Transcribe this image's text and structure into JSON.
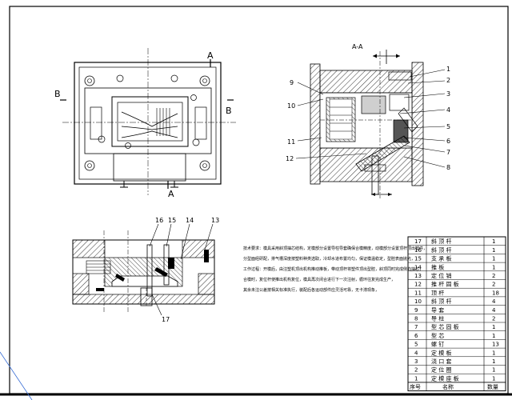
{
  "colors": {
    "line": "#000000",
    "hatch": "#000000",
    "paper": "#ffffff",
    "grey_fill": "#cfcfcf",
    "dark_fill": "#555555",
    "stray_line": "#3b6fd6"
  },
  "front_view": {
    "section_mark_top": "A",
    "section_mark_bottom": "A",
    "side_mark_left": "B",
    "side_mark_right": "B"
  },
  "section_view": {
    "title": "A-A",
    "callouts": [
      "1",
      "2",
      "3",
      "4",
      "5",
      "6",
      "7",
      "8",
      "9",
      "10",
      "11",
      "12"
    ]
  },
  "bottom_view": {
    "callouts": [
      "16",
      "15",
      "14",
      "13",
      "17"
    ]
  },
  "notes": {
    "lines": [
      "技术要求：模具采用斜顶抽芯结构，定模部分设置导柱导套确保合模精度，动模部分设置顶杆顶出塑件，",
      "分型面经研配，排气槽深度按塑料种类选取，冷却水道布置均匀，保证模温稳定，型腔表面抛光，",
      "工作过程：开模后，由注塑机顶出机构推动推板，带动顶杆将塑件顶出型腔，斜顶同时完成侧向抽芯，",
      "合模时，复位杆使推出机构复位，模具再次闭合进行下一次注射，循环往复完成生产，",
      "其余未注公差按相关标准执行，装配后各运动部件应灵活可靠，无卡滞现象，"
    ]
  },
  "bom": {
    "footer": {
      "no": "序号",
      "name": "名称",
      "qty": "数量"
    },
    "rows": [
      {
        "no": "17",
        "name": "斜 顶 杆",
        "qty": "1"
      },
      {
        "no": "16",
        "name": "斜 顶 杆",
        "qty": "1"
      },
      {
        "no": "15",
        "name": "支 承 板",
        "qty": "1"
      },
      {
        "no": "14",
        "name": "推 板",
        "qty": "1"
      },
      {
        "no": "13",
        "name": "定 位 销",
        "qty": "2"
      },
      {
        "no": "12",
        "name": "推 杆 固 板",
        "qty": "2"
      },
      {
        "no": "11",
        "name": "顶 杆",
        "qty": "18"
      },
      {
        "no": "10",
        "name": "斜 顶 杆",
        "qty": "4"
      },
      {
        "no": "9",
        "name": "导 套",
        "qty": "4"
      },
      {
        "no": "8",
        "name": "导 柱",
        "qty": "2"
      },
      {
        "no": "7",
        "name": "型 芯 固 板",
        "qty": "1"
      },
      {
        "no": "6",
        "name": "型 芯",
        "qty": "1"
      },
      {
        "no": "5",
        "name": "螺 钉",
        "qty": "13"
      },
      {
        "no": "4",
        "name": "定 模 板",
        "qty": "1"
      },
      {
        "no": "3",
        "name": "浇 口 套",
        "qty": "1"
      },
      {
        "no": "2",
        "name": "定 位 圈",
        "qty": "1"
      },
      {
        "no": "1",
        "name": "定 模 座 板",
        "qty": "1"
      }
    ]
  }
}
